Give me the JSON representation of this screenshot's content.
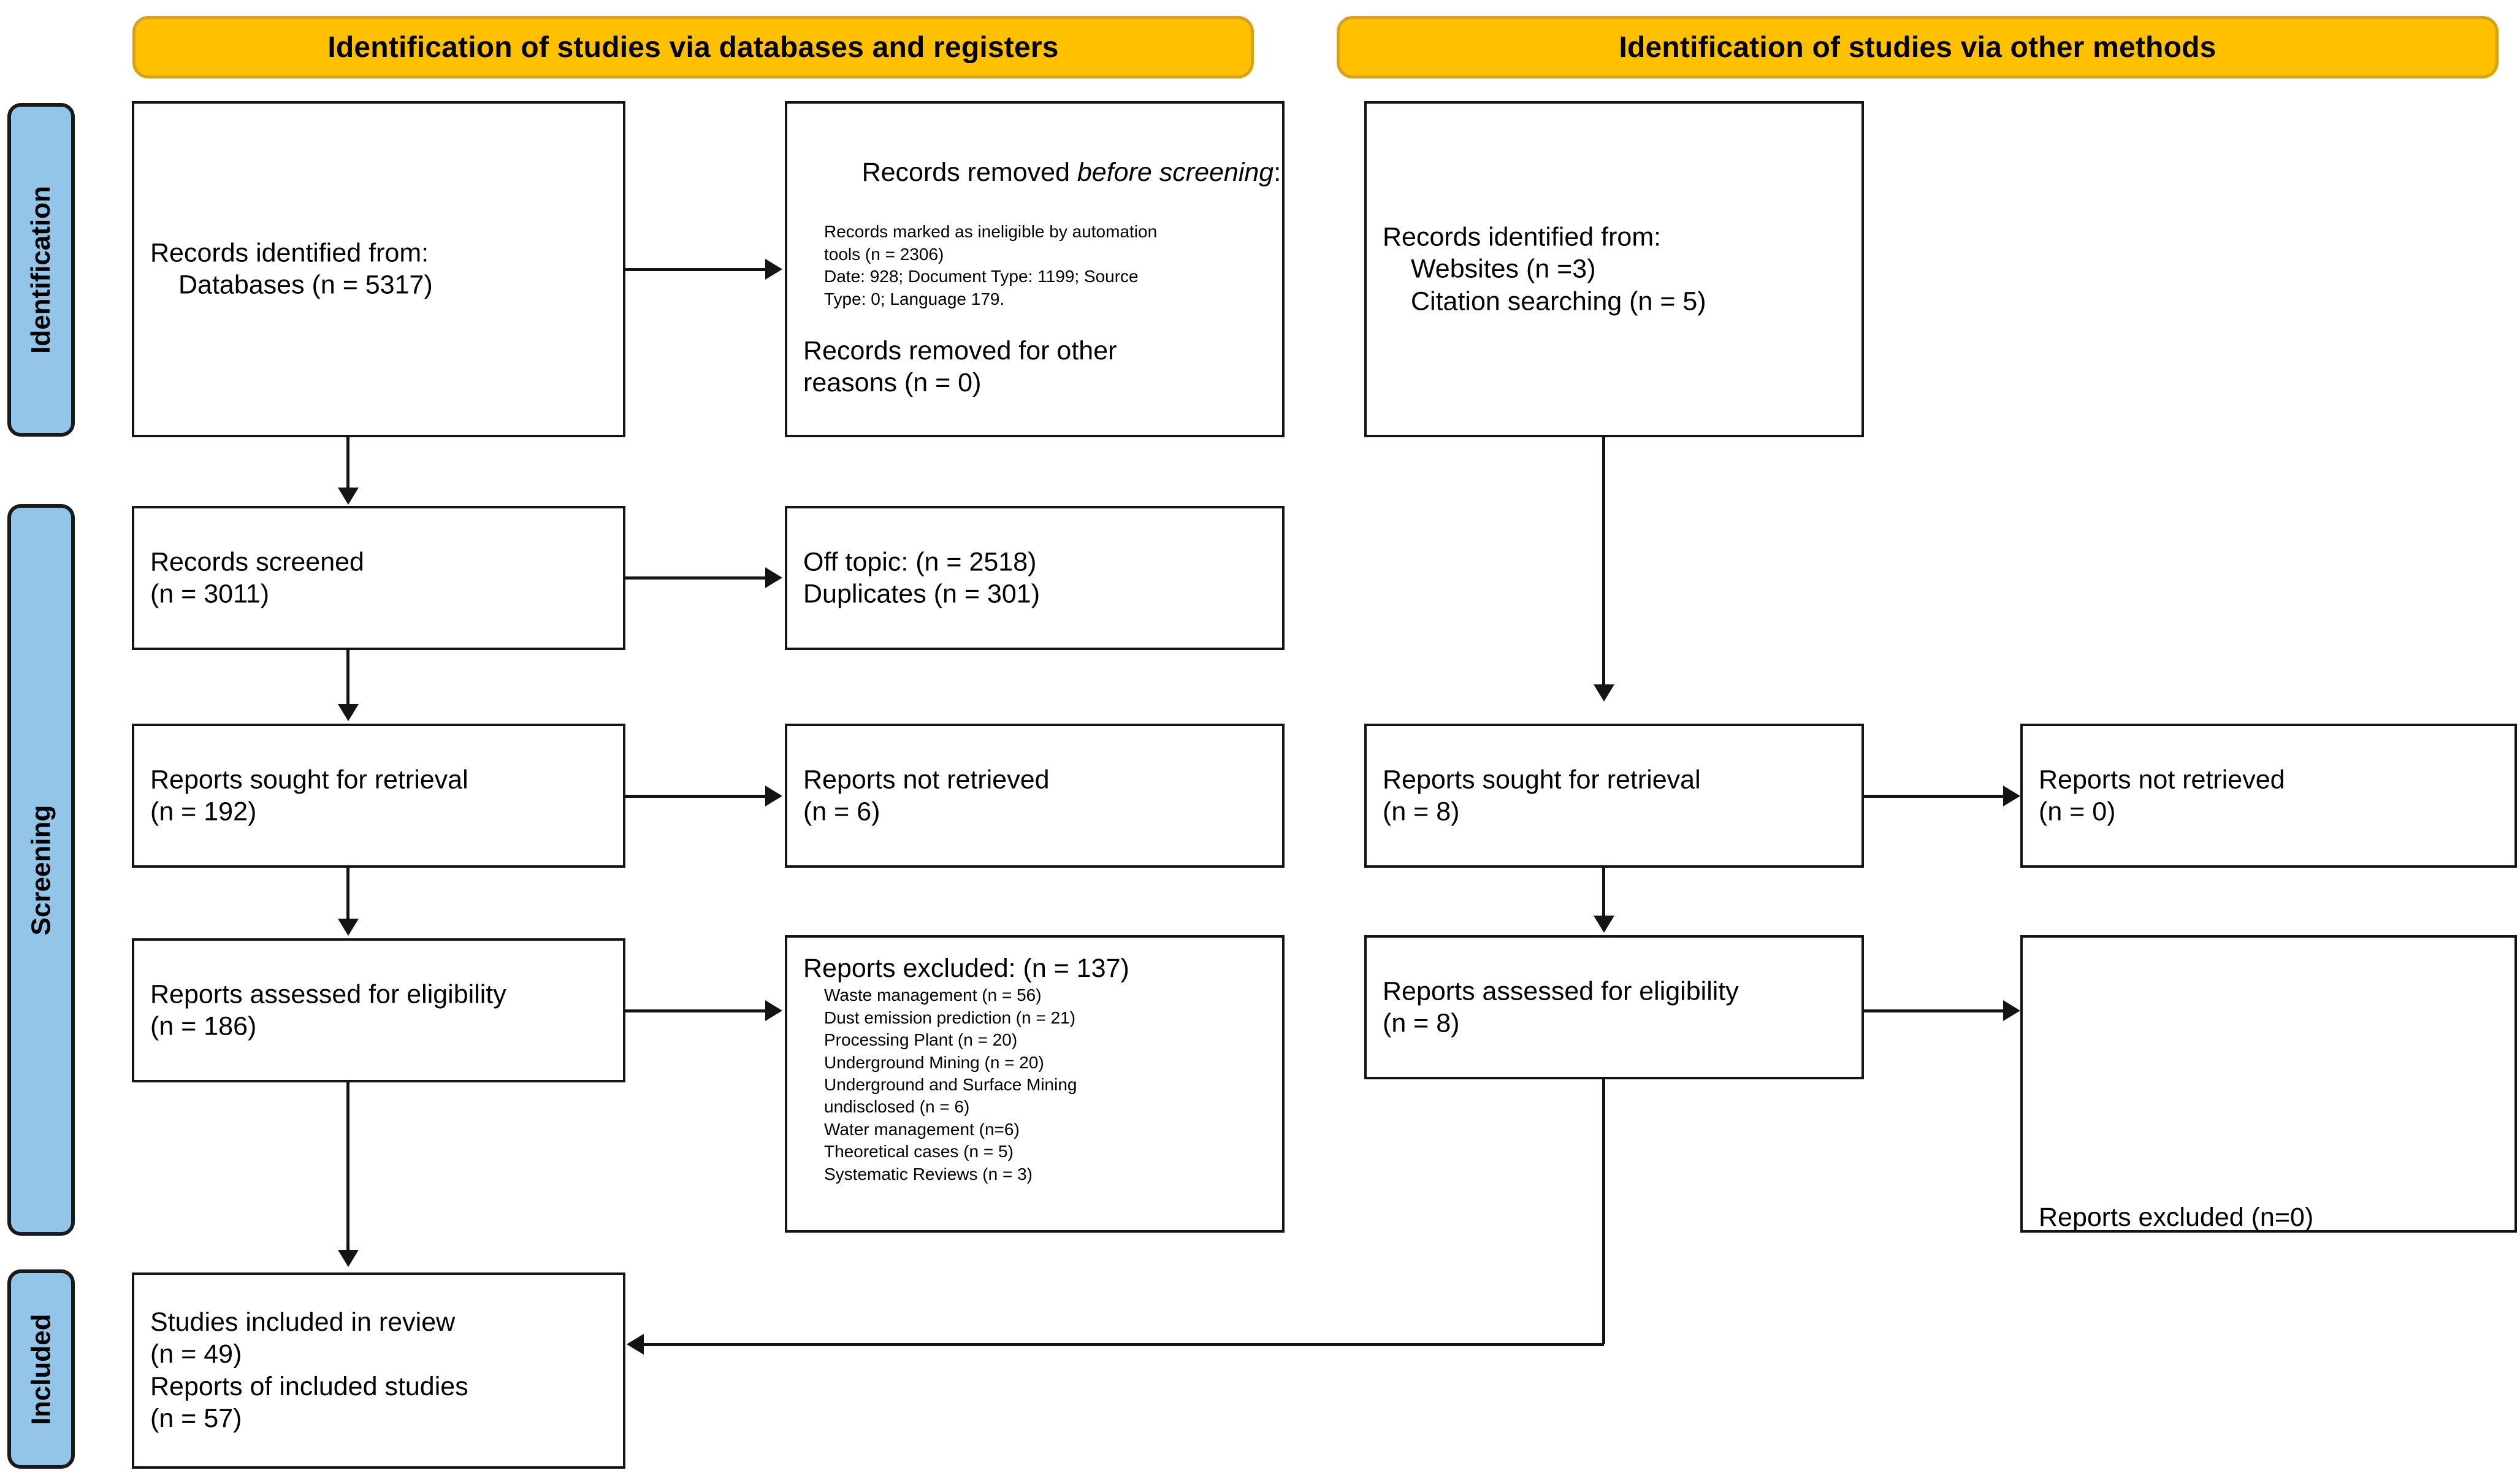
{
  "colors": {
    "banner_fill": "#FFC000",
    "banner_border": "#D9A216",
    "stage_tab_fill": "#92C5E8",
    "box_border": "#141414",
    "page_background": "#FFFFFF"
  },
  "banners": {
    "left": "Identification of studies via databases and registers",
    "right": "Identification of studies via other methods"
  },
  "stage_tabs": [
    {
      "label": "Identification"
    },
    {
      "label": "Screening"
    },
    {
      "label": "Included"
    }
  ],
  "databases_column": {
    "identified": {
      "line1": "Records identified from:",
      "line2": "Databases (n = 5317)"
    },
    "removed_before_screening": {
      "title_part1": "Records removed ",
      "title_italic": "before screening",
      "title_colon": ":",
      "details": [
        "Records marked as ineligible by automation",
        "tools (n = 2306)",
        "Date: 928; Document Type: 1199; Source",
        "Type: 0; Language 179."
      ],
      "other_line1": "Records removed for other",
      "other_line2": "reasons (n = 0)"
    },
    "screened": {
      "line1": "Records screened",
      "line2": "(n = 3011)"
    },
    "screened_excluded": {
      "line1": "Off topic: (n = 2518)",
      "line2": "Duplicates (n = 301)"
    },
    "sought": {
      "line1": "Reports sought for retrieval",
      "line2": "(n = 192)"
    },
    "not_retrieved": {
      "line1": "Reports not retrieved",
      "line2": "(n = 6)"
    },
    "assessed": {
      "line1": "Reports assessed for eligibility",
      "line2": "(n = 186)"
    },
    "excluded": {
      "title": "Reports excluded: (n = 137)",
      "reasons": [
        "Waste management (n = 56)",
        "Dust emission prediction (n = 21)",
        "Processing Plant (n = 20)",
        "Underground Mining (n = 20)",
        "Underground and Surface Mining",
        "undisclosed (n = 6)",
        "Water management (n=6)",
        "Theoretical cases (n = 5)",
        "Systematic Reviews (n = 3)"
      ]
    }
  },
  "other_methods_column": {
    "identified": {
      "line1": "Records identified from:",
      "line2": "Websites (n =3)",
      "line3": "Citation searching (n = 5)"
    },
    "sought": {
      "line1": "Reports sought for retrieval",
      "line2": "(n = 8)"
    },
    "not_retrieved": {
      "line1": "Reports not retrieved",
      "line2": "(n = 0)"
    },
    "assessed": {
      "line1": "Reports assessed for eligibility",
      "line2": "(n = 8)"
    },
    "excluded": {
      "line1": "Reports excluded (n=0)"
    }
  },
  "included_box": {
    "line1": "Studies included in review",
    "line2": "(n = 49)",
    "line3": "Reports of included studies",
    "line4": "(n = 57)"
  }
}
